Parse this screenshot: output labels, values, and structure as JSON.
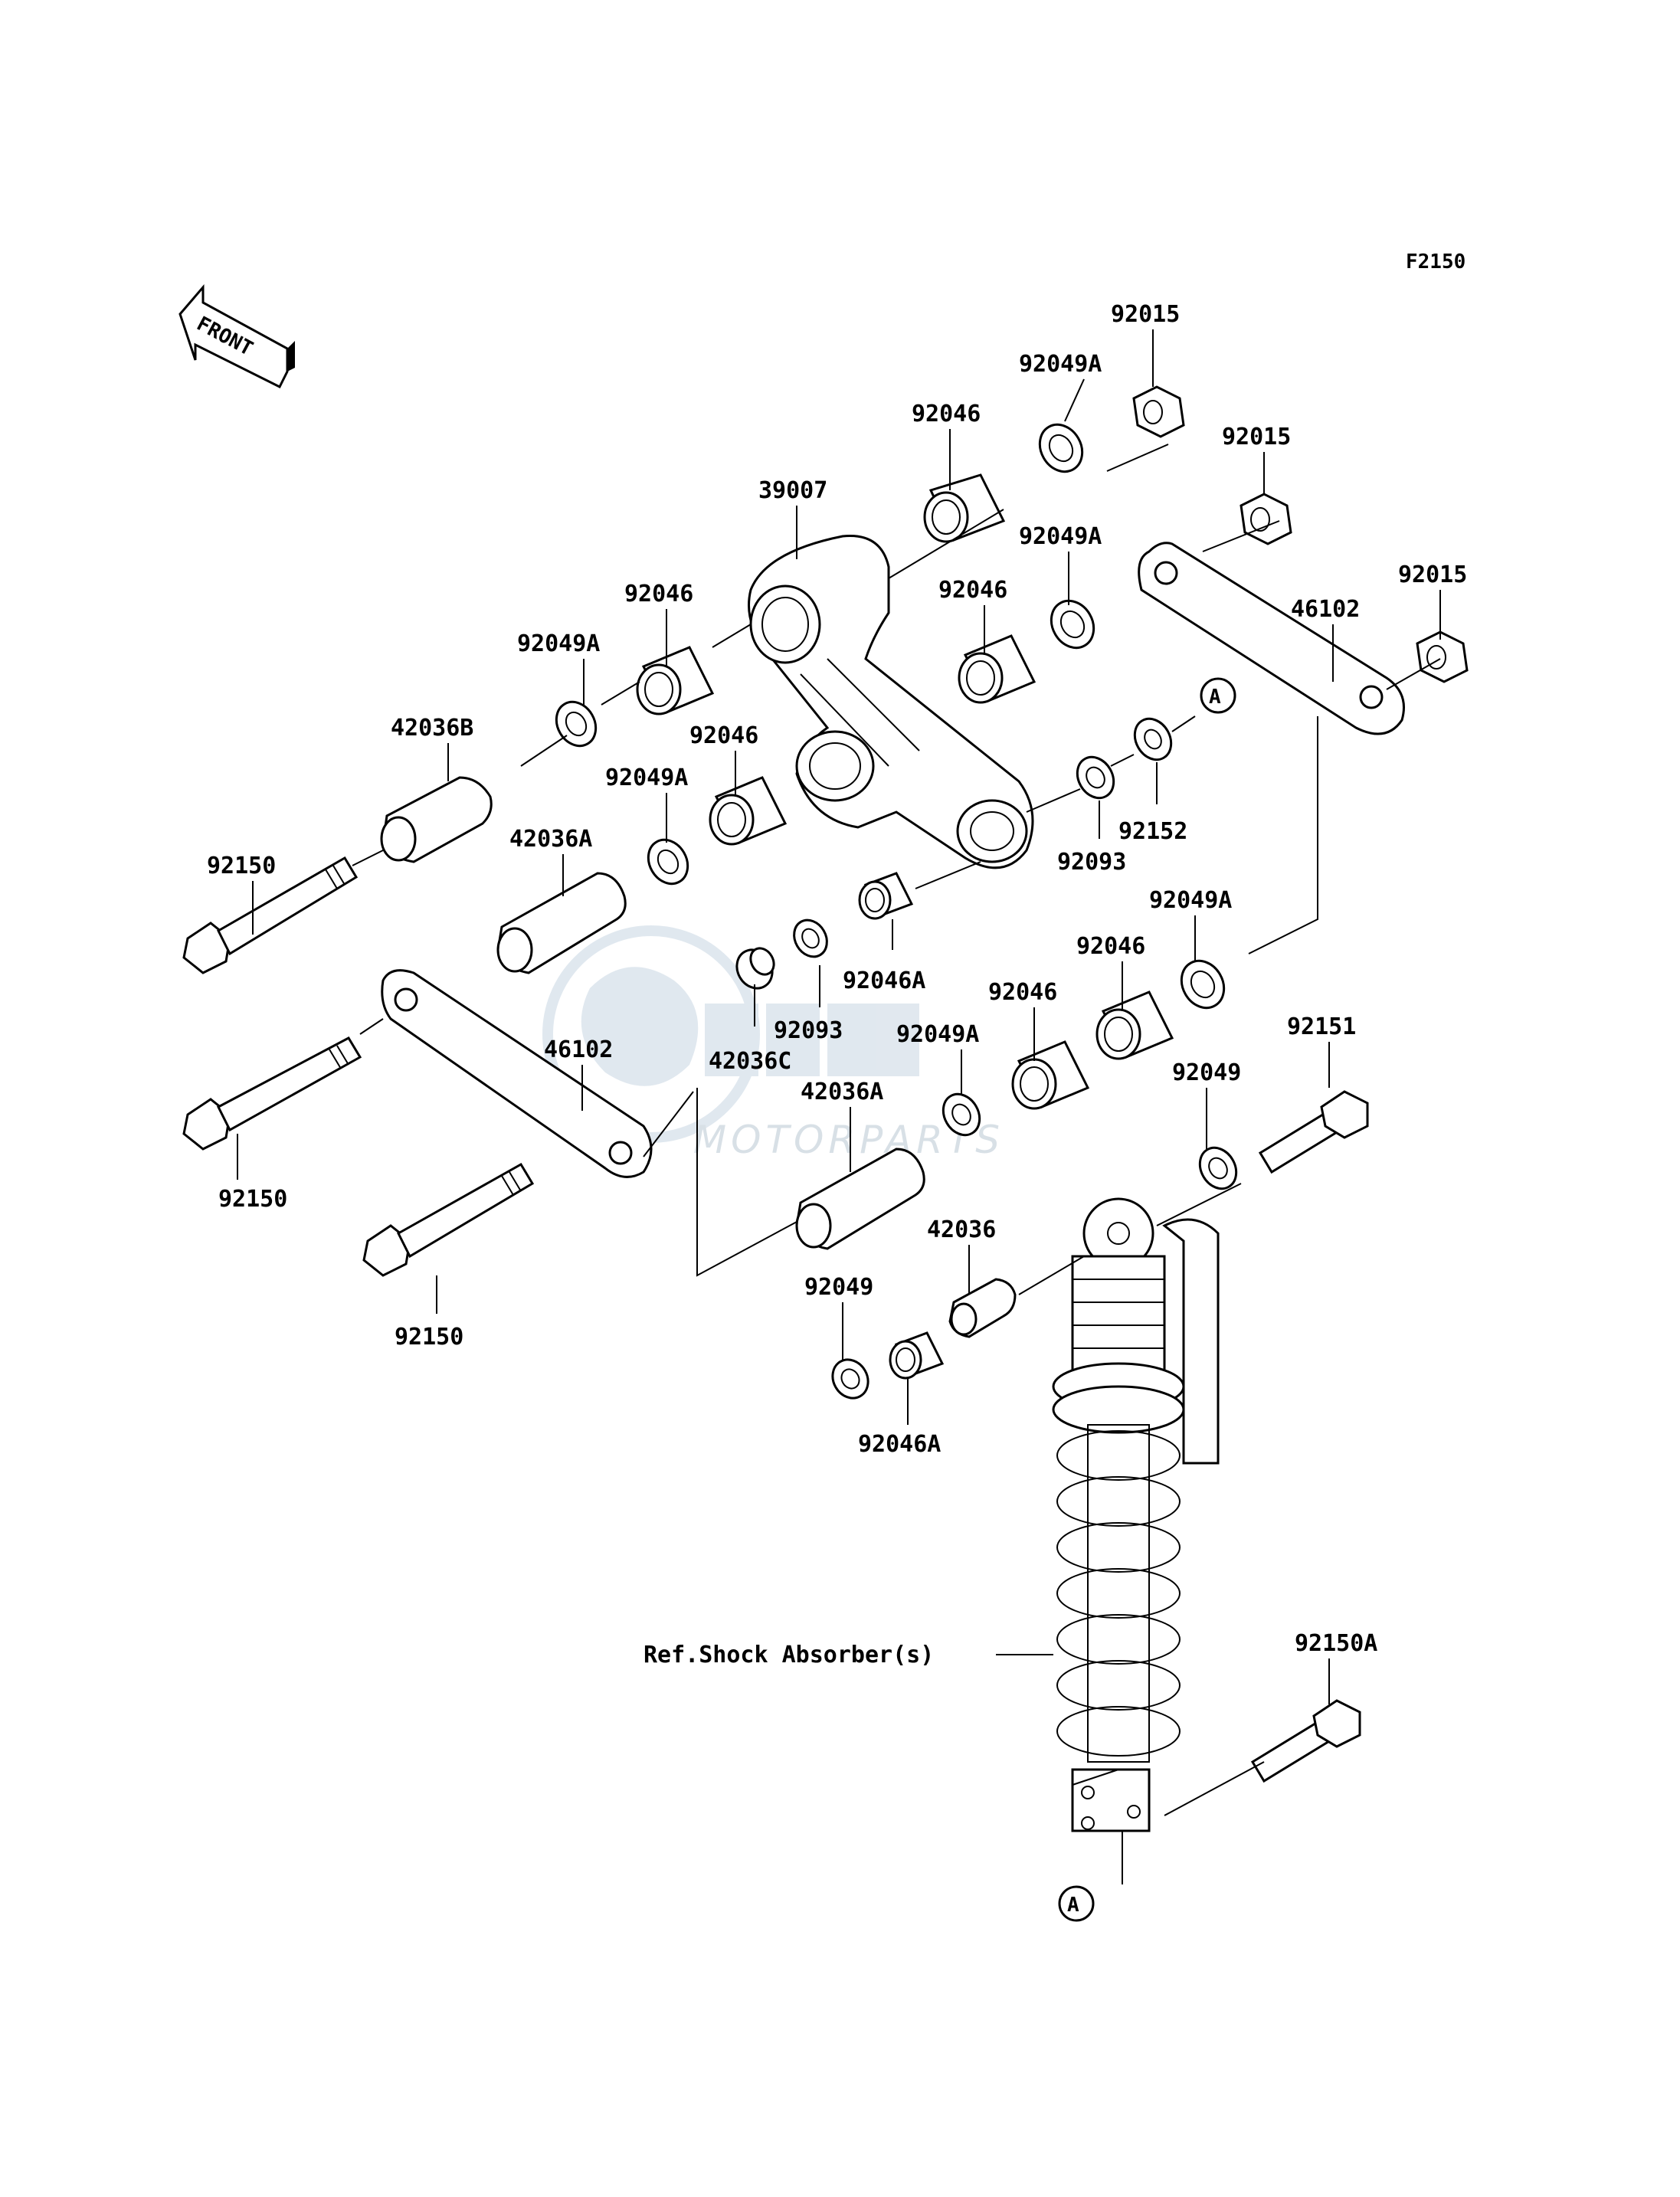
{
  "figure_code": "F2150",
  "front_label": "FRONT",
  "watermark": {
    "logo": "OEM",
    "sub": "MOTORPARTS"
  },
  "ref_marker": "A",
  "ref_label": "Ref.Shock Absorber(s)",
  "labels": {
    "l92015_a": "92015",
    "l92049A_a": "92049A",
    "l92046_a": "92046",
    "l39007": "39007",
    "l92015_b": "92015",
    "l92049A_b": "92049A",
    "l92046_b": "92046",
    "l46102_a": "46102",
    "l92015_c": "92015",
    "l92046_c": "92046",
    "l92049A_c": "92049A",
    "l42036B": "42036B",
    "l92046_d": "92046",
    "l92049A_d": "92049A",
    "l92150_a": "92150",
    "l42036A_a": "42036A",
    "l92152": "92152",
    "l92093_a": "92093",
    "l92049A_e": "92049A",
    "l92046A_a": "92046A",
    "l92046_e": "92046",
    "l92046_f": "92046",
    "l46102_b": "46102",
    "l92093_b": "92093",
    "l42036C": "42036C",
    "l92049A_f": "92049A",
    "l92151": "92151",
    "l92150_b": "92150",
    "l42036A_b": "42036A",
    "l92049_a": "92049",
    "l42036": "42036",
    "l92150_c": "92150",
    "l92049_b": "92049",
    "l92046A_b": "92046A",
    "l92150A": "92150A"
  }
}
